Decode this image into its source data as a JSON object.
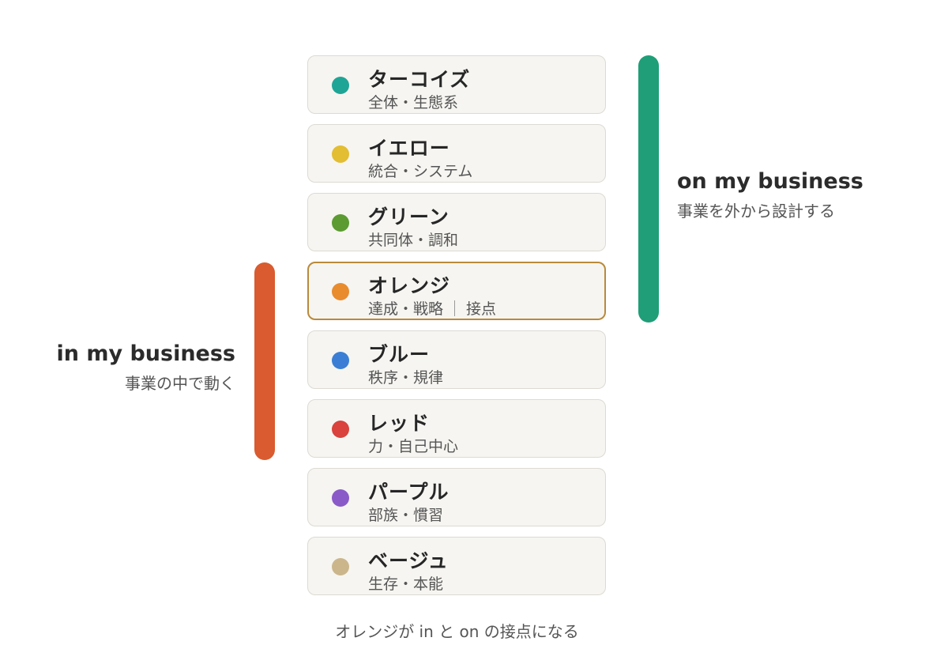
{
  "cards": [
    {
      "title": "ターコイズ",
      "subtitle": "全体・生態系",
      "color": "#1fa596"
    },
    {
      "title": "イエロー",
      "subtitle": "統合・システム",
      "color": "#e3bd32"
    },
    {
      "title": "グリーン",
      "subtitle": "共同体・調和",
      "color": "#5b9b31"
    },
    {
      "title": "オレンジ",
      "subtitle": "達成・戦略",
      "subtitle_extra": "接点",
      "color": "#e88c2e",
      "highlight_border": "#b98a3a"
    },
    {
      "title": "ブルー",
      "subtitle": "秩序・規律",
      "color": "#3a7fd5"
    },
    {
      "title": "レッド",
      "subtitle": "力・自己中心",
      "color": "#d9423d"
    },
    {
      "title": "パープル",
      "subtitle": "部族・慣習",
      "color": "#8a5ac8"
    },
    {
      "title": "ベージュ",
      "subtitle": "生存・本能",
      "color": "#cbb68c"
    }
  ],
  "on_label": {
    "title": "on my business",
    "subtitle": "事業を外から設計する",
    "bar_color": "#1f9e77"
  },
  "in_label": {
    "title": "in my business",
    "subtitle": "事業の中で動く",
    "bar_color": "#d95b2f"
  },
  "caption": "オレンジが in と on の接点になる"
}
